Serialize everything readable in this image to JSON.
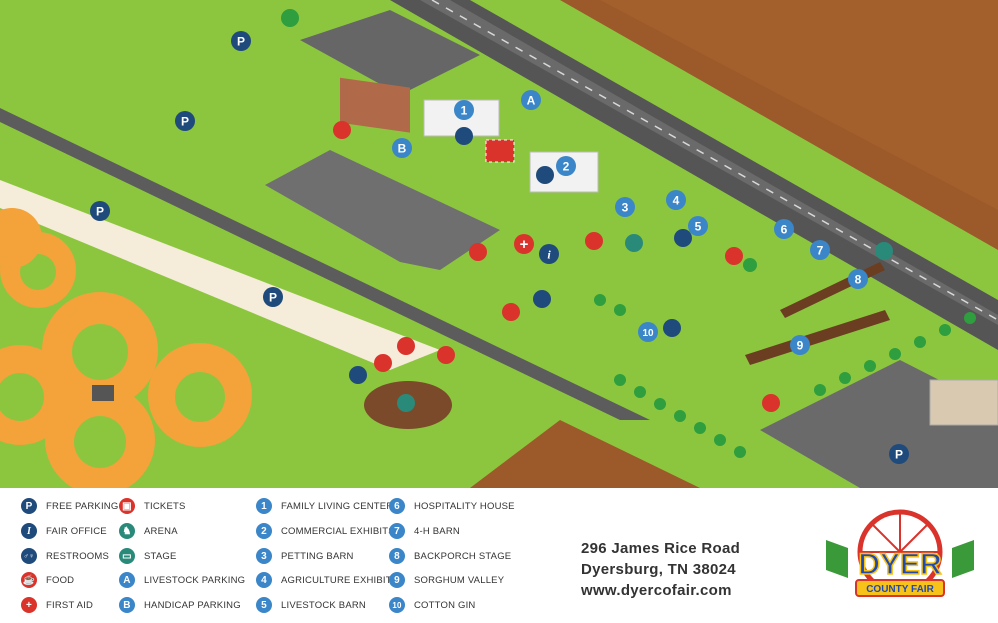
{
  "map": {
    "markers": {
      "parking_p": "P",
      "parking_a": "A",
      "parking_b": "B",
      "numbers": [
        "1",
        "2",
        "3",
        "4",
        "5",
        "6",
        "7",
        "8",
        "9",
        "10"
      ]
    }
  },
  "legend": {
    "col1": [
      {
        "icon": "parking-icon",
        "glyph": "P",
        "color": "#1f4a7c",
        "label": "FREE PARKING"
      },
      {
        "icon": "info-icon",
        "glyph": "i",
        "color": "#1f4a7c",
        "label": "FAIR OFFICE"
      },
      {
        "icon": "restroom-icon",
        "glyph": "♂♀",
        "color": "#1f4a7c",
        "label": "RESTROOMS"
      },
      {
        "icon": "food-icon",
        "glyph": "☕",
        "color": "#d9332b",
        "label": "FOOD"
      },
      {
        "icon": "first-aid-icon",
        "glyph": "+",
        "color": "#d9332b",
        "label": "FIRST AID"
      }
    ],
    "col2": [
      {
        "icon": "ticket-booth-icon",
        "glyph": "▣",
        "color": "#d9332b",
        "label": "TICKETS"
      },
      {
        "icon": "horse-rider-icon",
        "glyph": "♞",
        "color": "#2a8a7a",
        "label": "ARENA"
      },
      {
        "icon": "stage-icon",
        "glyph": "▭",
        "color": "#2a8a7a",
        "label": "STAGE"
      },
      {
        "icon": "letter-a-icon",
        "glyph": "A",
        "color": "#3a86c8",
        "label": "LIVESTOCK PARKING"
      },
      {
        "icon": "letter-b-icon",
        "glyph": "B",
        "color": "#3a86c8",
        "label": "HANDICAP PARKING"
      }
    ],
    "col3": [
      {
        "num": "1",
        "label": "FAMILY LIVING CENTER"
      },
      {
        "num": "2",
        "label": "COMMERCIAL EXHIBITS"
      },
      {
        "num": "3",
        "label": "PETTING BARN"
      },
      {
        "num": "4",
        "label": "AGRICULTURE EXHIBITS"
      },
      {
        "num": "5",
        "label": "LIVESTOCK BARN"
      }
    ],
    "col4": [
      {
        "num": "6",
        "label": "HOSPITALITY HOUSE"
      },
      {
        "num": "7",
        "label": "4-H BARN"
      },
      {
        "num": "8",
        "label": "BACKPORCH STAGE"
      },
      {
        "num": "9",
        "label": "SORGHUM VALLEY"
      },
      {
        "num": "10",
        "label": "COTTON GIN"
      }
    ],
    "number_color": "#3a86c8"
  },
  "address": {
    "line1": "296 James Rice Road",
    "line2": "Dyersburg, TN 38024",
    "line3": "www.dyercofair.com"
  },
  "logo": {
    "word1": "DYER",
    "word2": "COUNTY FAIR"
  },
  "colors": {
    "grass": "#8cc63f",
    "road": "#5c5c5c",
    "field": "#9c5a2a",
    "infield": "#f4a23a",
    "runway": "#f5ecd9",
    "accent_blue": "#3a86c8",
    "accent_red": "#d9332b"
  }
}
